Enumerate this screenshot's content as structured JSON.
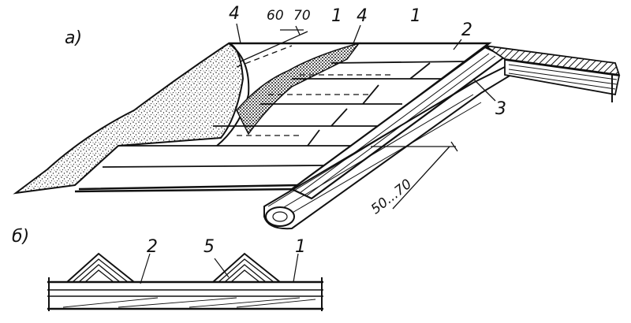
{
  "figure": {
    "part_a": "а)",
    "part_b": "б)",
    "callouts_a": {
      "c4_left": "4",
      "c60": "60",
      "c70": "70",
      "c1_mid": "1",
      "c4_right": "4",
      "c1_right": "1",
      "c2": "2",
      "c3": "3"
    },
    "dimension_a": "50...70",
    "callouts_b": {
      "c2": "2",
      "c5": "5",
      "c1": "1"
    }
  }
}
